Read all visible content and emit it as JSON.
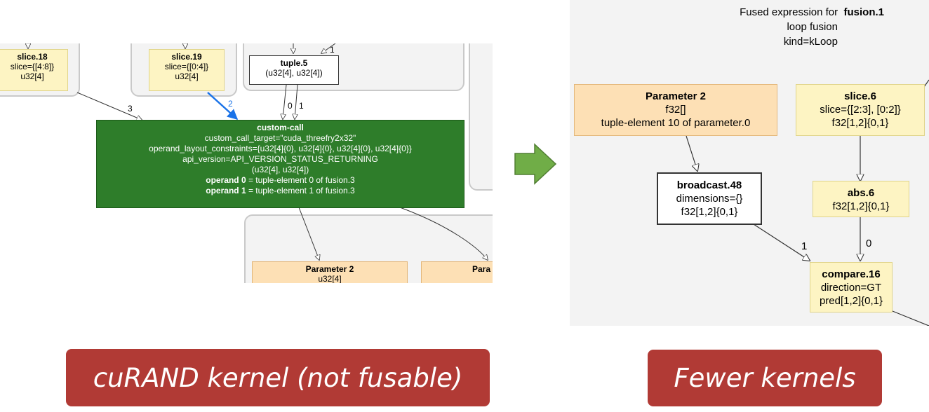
{
  "left_graph": {
    "nodes": {
      "slice18": {
        "title": "slice.18",
        "line1": "slice={[4:8]}",
        "line2": "u32[4]"
      },
      "slice19": {
        "title": "slice.19",
        "line1": "slice={[0:4]}",
        "line2": "u32[4]"
      },
      "tuple5": {
        "title": "tuple.5",
        "line1": "(u32[4], u32[4])"
      },
      "custom_call": {
        "title": "custom-call",
        "lines": [
          "custom_call_target=\"cuda_threefry2x32\"",
          "operand_layout_constraints={u32[4]{0}, u32[4]{0}, u32[4]{0}, u32[4]{0}}",
          "api_version=API_VERSION_STATUS_RETURNING",
          "(u32[4], u32[4])"
        ],
        "operand0_bold": "operand 0",
        "operand0_rest": " = tuple-element 0 of fusion.3",
        "operand1_bold": "operand 1",
        "operand1_rest": " = tuple-element 1 of fusion.3"
      },
      "param2": {
        "title": "Parameter 2",
        "line1": "u32[4]"
      },
      "param_partial": {
        "title": "Para"
      }
    },
    "edge_labels": {
      "e3": "3",
      "e2": "2",
      "e0": "0",
      "e1a": "1",
      "e1b": "1"
    }
  },
  "right_graph": {
    "header": {
      "line1_prefix": "Fused expression for",
      "line1_name": "fusion.1",
      "line2": "loop fusion",
      "line3": "kind=kLoop"
    },
    "nodes": {
      "param2": {
        "title": "Parameter 2",
        "line1": "f32[]",
        "line2": "tuple-element 10 of parameter.0"
      },
      "slice6": {
        "title": "slice.6",
        "line1": "slice={[2:3], [0:2]}",
        "line2": "f32[1,2]{0,1}"
      },
      "broadcast48": {
        "title": "broadcast.48",
        "line1": "dimensions={}",
        "line2": "f32[1,2]{0,1}"
      },
      "abs6": {
        "title": "abs.6",
        "line1": "f32[1,2]{0,1}"
      },
      "compare16": {
        "title": "compare.16",
        "line1": "direction=GT",
        "line2": "pred[1,2]{0,1}"
      }
    },
    "edge_labels": {
      "e1": "1",
      "e0": "0"
    }
  },
  "banners": {
    "left": "cuRAND kernel (not fusable)",
    "right": "Fewer kernels"
  },
  "colors": {
    "arrow": "#70ad47",
    "banner": "#b13a35",
    "custom_call": "#2e7d2a",
    "highlight_edge": "#1a73e8",
    "parameter_node": "#fde0b5",
    "slice_node": "#fdf4c3"
  }
}
